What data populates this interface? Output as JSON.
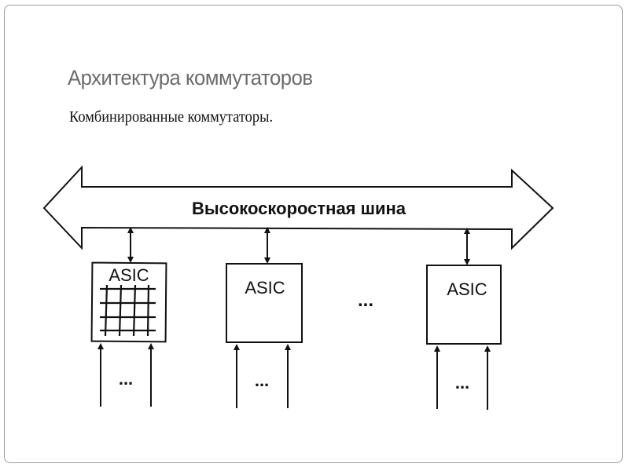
{
  "slide": {
    "title": "Архитектура коммутаторов",
    "subtitle": "Комбинированные коммутаторы."
  },
  "diagram": {
    "bus": {
      "label": "Высокоскоростная шина",
      "direction": "bidirectional"
    },
    "modules": [
      {
        "label": "ASIC",
        "has_crossbar_grid": true,
        "bus_link": "bidirectional",
        "inputs": "...",
        "input_arrows": 2
      },
      {
        "label": "ASIC",
        "has_crossbar_grid": false,
        "bus_link": "bidirectional",
        "inputs": "...",
        "input_arrows": 2
      },
      {
        "label": "ASIC",
        "has_crossbar_grid": false,
        "bus_link": "bidirectional",
        "inputs": "...",
        "input_arrows": 2
      }
    ],
    "between_modules_ellipsis": "...",
    "colors": {
      "line": "#111111",
      "title": "#6b6b6b",
      "frame": "#9a9a9a"
    }
  }
}
